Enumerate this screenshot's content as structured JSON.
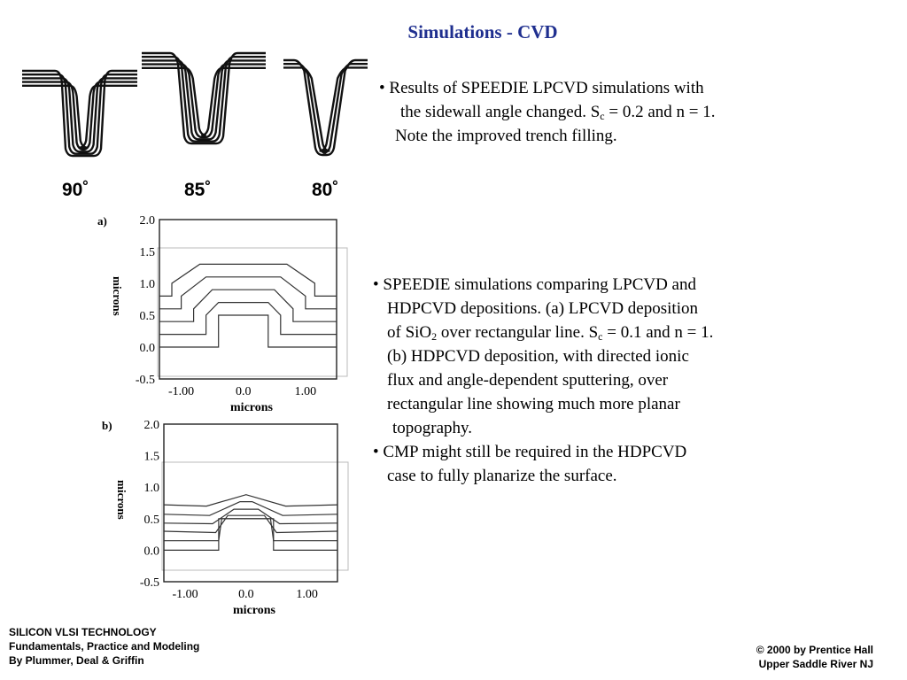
{
  "slide": {
    "title": "Simulations - CVD"
  },
  "figure_top": {
    "angles": [
      "90˚",
      "85˚",
      "80˚"
    ]
  },
  "bullet1": {
    "line1": "• Results of SPEEDIE LPCVD simulations with",
    "line2_pre": "the sidewall angle changed. S",
    "line2_sub": "c",
    "line2_post": " = 0.2 and n = 1.",
    "line3": "Note the improved trench filling."
  },
  "bullet2": {
    "line1": "• SPEEDIE simulations comparing LPCVD and",
    "line2": "HDPCVD depositions.  (a) LPCVD deposition",
    "line3_pre": "of SiO",
    "line3_sub1": "2",
    "line3_mid": " over rectangular line. S",
    "line3_sub2": "c",
    "line3_post": " = 0.1 and n = 1.",
    "line4": "(b) HDPCVD deposition, with directed ionic",
    "line5": "flux and angle-dependent sputtering, over",
    "line6": "rectangular line showing much more planar",
    "line7": "topography."
  },
  "bullet3": {
    "line1": "• CMP might still be required in the HDPCVD",
    "line2": "case to fully planarize the surface."
  },
  "footer": {
    "left": [
      "SILICON VLSI TECHNOLOGY",
      "Fundamentals, Practice and Modeling",
      "By Plummer, Deal & Griffin"
    ],
    "right": [
      "© 2000 by Prentice Hall",
      "Upper Saddle River NJ"
    ]
  },
  "chart_data": [
    {
      "type": "line",
      "panel_label": "a)",
      "xlabel": "microns",
      "ylabel": "microns",
      "x_ticks": [
        "-1.00",
        "0.0",
        "1.00"
      ],
      "y_ticks": [
        "2.0",
        "1.5",
        "1.0",
        "0.5",
        "0.0",
        "-0.5"
      ],
      "xlim": [
        -1.35,
        1.5
      ],
      "ylim": [
        -0.5,
        2.0
      ],
      "series": [
        {
          "points": [
            [
              -1.35,
              0.0
            ],
            [
              -0.4,
              0.0
            ],
            [
              -0.4,
              0.5
            ],
            [
              0.4,
              0.5
            ],
            [
              0.4,
              0.0
            ],
            [
              1.5,
              0.0
            ]
          ]
        },
        {
          "points": [
            [
              -1.35,
              0.2
            ],
            [
              -0.6,
              0.2
            ],
            [
              -0.6,
              0.5
            ],
            [
              -0.4,
              0.7
            ],
            [
              0.4,
              0.7
            ],
            [
              0.6,
              0.5
            ],
            [
              0.6,
              0.2
            ],
            [
              1.5,
              0.2
            ]
          ]
        },
        {
          "points": [
            [
              -1.35,
              0.4
            ],
            [
              -0.8,
              0.4
            ],
            [
              -0.8,
              0.6
            ],
            [
              -0.5,
              0.9
            ],
            [
              0.5,
              0.9
            ],
            [
              0.8,
              0.6
            ],
            [
              0.8,
              0.4
            ],
            [
              1.5,
              0.4
            ]
          ]
        },
        {
          "points": [
            [
              -1.35,
              0.6
            ],
            [
              -1.0,
              0.6
            ],
            [
              -1.0,
              0.8
            ],
            [
              -0.6,
              1.1
            ],
            [
              0.6,
              1.1
            ],
            [
              1.0,
              0.8
            ],
            [
              1.0,
              0.6
            ],
            [
              1.5,
              0.6
            ]
          ]
        },
        {
          "points": [
            [
              -1.35,
              0.8
            ],
            [
              -1.15,
              0.8
            ],
            [
              -1.15,
              1.0
            ],
            [
              -0.7,
              1.3
            ],
            [
              0.7,
              1.3
            ],
            [
              1.15,
              1.0
            ],
            [
              1.15,
              0.8
            ],
            [
              1.5,
              0.8
            ]
          ]
        }
      ]
    },
    {
      "type": "line",
      "panel_label": "b)",
      "xlabel": "microns",
      "ylabel": "microns",
      "x_ticks": [
        "-1.00",
        "0.0",
        "1.00"
      ],
      "y_ticks": [
        "2.0",
        "1.5",
        "1.0",
        "0.5",
        "0.0",
        "-0.5"
      ],
      "xlim": [
        -1.35,
        1.5
      ],
      "ylim": [
        -0.5,
        2.0
      ],
      "series": [
        {
          "points": [
            [
              -1.35,
              0.0
            ],
            [
              -0.45,
              0.0
            ],
            [
              -0.45,
              0.5
            ],
            [
              0.45,
              0.5
            ],
            [
              0.45,
              0.0
            ],
            [
              1.5,
              0.0
            ]
          ]
        },
        {
          "points": [
            [
              -1.35,
              0.15
            ],
            [
              -0.45,
              0.15
            ],
            [
              -0.4,
              0.5
            ],
            [
              0.4,
              0.5
            ],
            [
              0.45,
              0.15
            ],
            [
              1.5,
              0.15
            ]
          ]
        },
        {
          "points": [
            [
              -1.35,
              0.3
            ],
            [
              -0.5,
              0.28
            ],
            [
              -0.3,
              0.55
            ],
            [
              0.3,
              0.55
            ],
            [
              0.5,
              0.28
            ],
            [
              1.5,
              0.3
            ]
          ]
        },
        {
          "points": [
            [
              -1.35,
              0.43
            ],
            [
              -0.55,
              0.42
            ],
            [
              -0.2,
              0.65
            ],
            [
              0.2,
              0.65
            ],
            [
              0.55,
              0.42
            ],
            [
              1.5,
              0.43
            ]
          ]
        },
        {
          "points": [
            [
              -1.35,
              0.57
            ],
            [
              -0.6,
              0.55
            ],
            [
              -0.1,
              0.77
            ],
            [
              0.1,
              0.77
            ],
            [
              0.6,
              0.55
            ],
            [
              1.5,
              0.57
            ]
          ]
        },
        {
          "points": [
            [
              -1.35,
              0.72
            ],
            [
              -0.65,
              0.7
            ],
            [
              0.0,
              0.88
            ],
            [
              0.65,
              0.7
            ],
            [
              1.5,
              0.72
            ]
          ]
        }
      ]
    }
  ]
}
